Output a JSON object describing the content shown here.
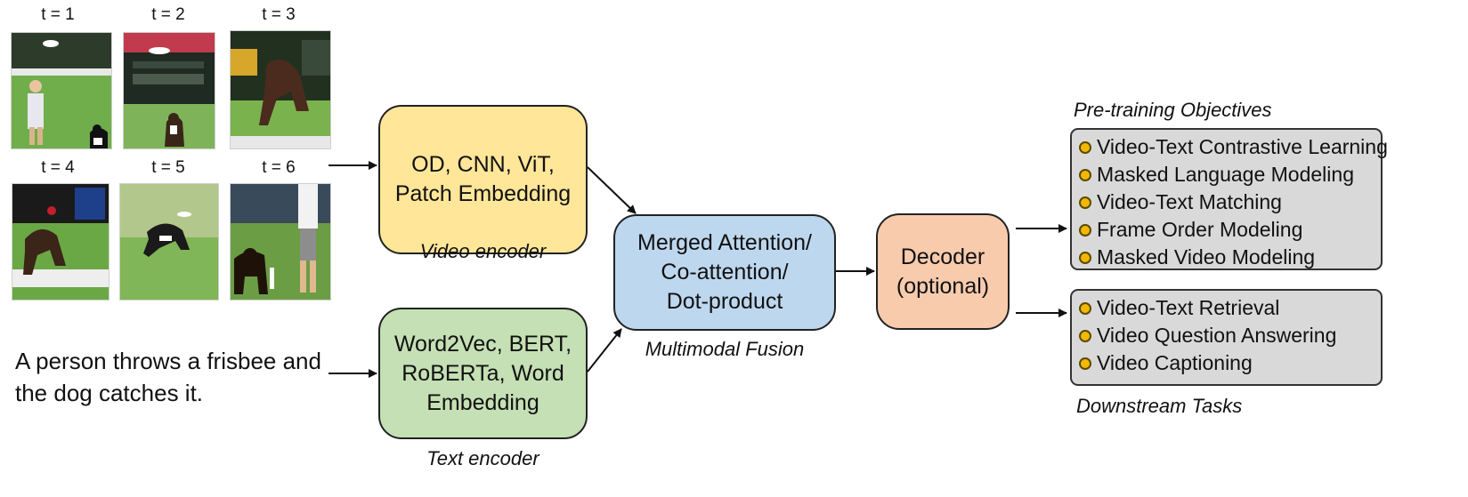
{
  "frames": [
    {
      "label": "t = 1"
    },
    {
      "label": "t = 2"
    },
    {
      "label": "t = 3"
    },
    {
      "label": "t = 4"
    },
    {
      "label": "t = 5"
    },
    {
      "label": "t = 6"
    }
  ],
  "sentence": "A person throws a frisbee and\nthe dog catches it.",
  "video_encoder": {
    "text": "OD, CNN, ViT,\nPatch Embedding",
    "caption": "Video encoder",
    "color": "#ffe699"
  },
  "text_encoder": {
    "text": "Word2Vec, BERT,\nRoBERTa, Word\nEmbedding",
    "caption": "Text encoder",
    "color": "#c5e0b4"
  },
  "fusion": {
    "text": "Merged Attention/\nCo-attention/\nDot-product",
    "caption": "Multimodal Fusion",
    "color": "#bdd7ee"
  },
  "decoder": {
    "text": "Decoder\n(optional)",
    "color": "#f8cbad"
  },
  "pretraining": {
    "title": "Pre-training Objectives",
    "items": [
      "Video-Text Contrastive Learning",
      "Masked Language Modeling",
      "Video-Text Matching",
      "Frame Order Modeling",
      "Masked Video Modeling"
    ]
  },
  "downstream": {
    "title": "Downstream Tasks",
    "items": [
      "Video-Text Retrieval",
      "Video Question Answering",
      "Video Captioning"
    ]
  }
}
